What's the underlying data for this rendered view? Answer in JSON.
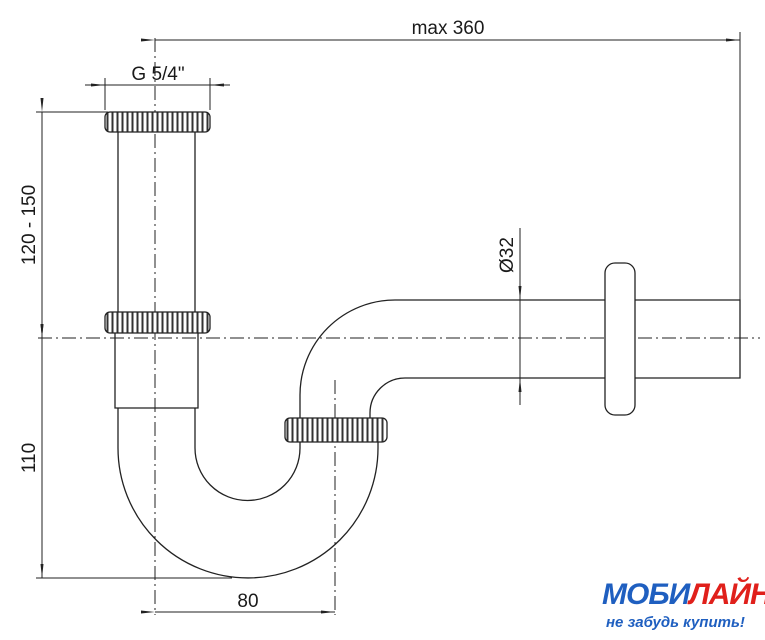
{
  "drawing": {
    "dim_max_length": "max 360",
    "dim_thread": "G 5/4\"",
    "dim_height_range": "120 - 150",
    "dim_depth": "110",
    "dim_offset": "80",
    "dim_diameter": "Ø32"
  },
  "logo": {
    "part1": "МОБИ",
    "part2": "ЛАЙН",
    "slogan": "не забудь купить!",
    "blue": "#1f5fc0",
    "red": "#e0201b"
  }
}
